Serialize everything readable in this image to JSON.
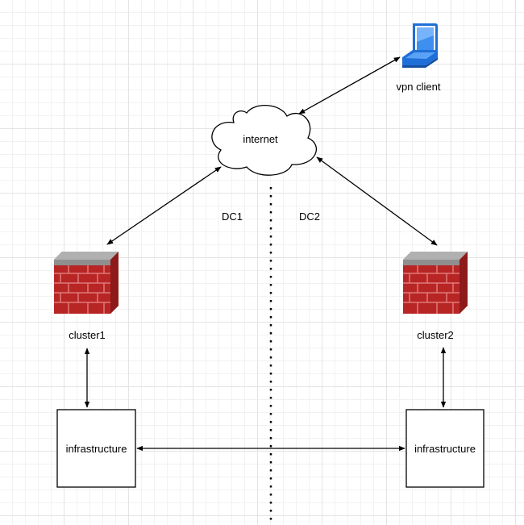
{
  "nodes": {
    "internet": {
      "label": "internet"
    },
    "vpn_client": {
      "label": "vpn client"
    },
    "cluster1": {
      "label": "cluster1"
    },
    "cluster2": {
      "label": "cluster2"
    },
    "infra_left": {
      "label": "infrastructure"
    },
    "infra_right": {
      "label": "infrastructure"
    }
  },
  "zones": {
    "dc1": {
      "label": "DC1"
    },
    "dc2": {
      "label": "DC2"
    }
  },
  "connections": [
    {
      "from": "vpn client",
      "to": "internet",
      "direction": "bidirectional"
    },
    {
      "from": "internet",
      "to": "cluster1",
      "direction": "bidirectional"
    },
    {
      "from": "internet",
      "to": "cluster2",
      "direction": "bidirectional"
    },
    {
      "from": "cluster1",
      "to": "infrastructure",
      "direction": "bidirectional"
    },
    {
      "from": "cluster2",
      "to": "infrastructure",
      "direction": "bidirectional"
    },
    {
      "from": "infrastructure",
      "to": "infrastructure",
      "direction": "bidirectional"
    }
  ],
  "colors": {
    "brick_red": "#b82525",
    "brick_mortar": "#e07a7a",
    "wall_cap": "#9a9a9a",
    "laptop_blue": "#1f6fd8",
    "line": "#000000"
  }
}
